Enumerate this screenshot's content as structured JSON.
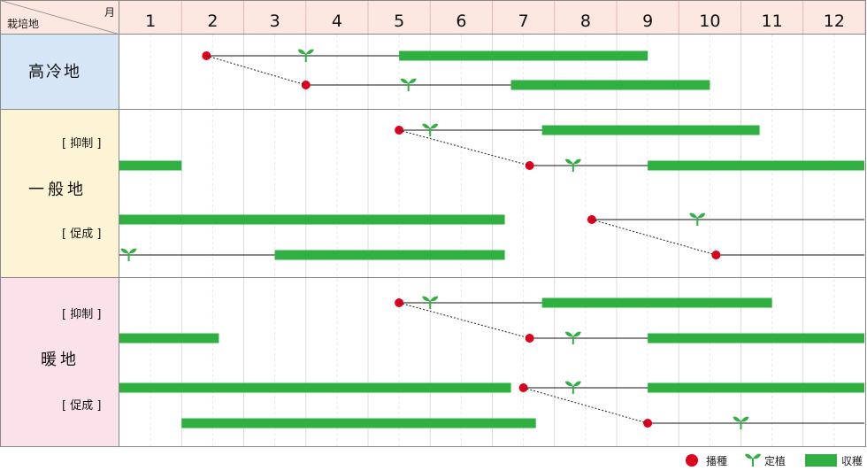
{
  "header": {
    "region_label": "栽培地",
    "month_unit": "月",
    "months": [
      "1",
      "2",
      "3",
      "4",
      "5",
      "6",
      "7",
      "8",
      "9",
      "10",
      "11",
      "12"
    ]
  },
  "regions": [
    {
      "id": "highland",
      "label": "高冷地",
      "color": "#d6e6f7"
    },
    {
      "id": "general",
      "label": "一般地",
      "color": "#fdf4d6",
      "sublabels": [
        "[ 抑制 ]",
        "[ 促成 ]"
      ]
    },
    {
      "id": "warm",
      "label": "暖地",
      "color": "#fbe1ea",
      "sublabels": [
        "[ 抑制 ]",
        "[ 促成 ]"
      ]
    }
  ],
  "legend": {
    "sowing": "播種",
    "planting": "定植",
    "harvest": "収穫"
  },
  "colors": {
    "sowing": "#e0001b",
    "planting": "#2fb040",
    "harvest": "#2fb040",
    "header_bg": "#fde8e1",
    "grid": "#dcdcdc",
    "border": "#888888"
  },
  "chart_data": {
    "type": "table",
    "x_unit": "月",
    "x_range": [
      1,
      13
    ],
    "rows": [
      {
        "region": "高冷地",
        "sow": 2.4,
        "plant": 4.0,
        "harvest": [
          [
            5.5,
            9.5
          ]
        ]
      },
      {
        "region": "高冷地",
        "sow": 4.0,
        "plant": 5.65,
        "harvest": [
          [
            7.3,
            10.5
          ]
        ]
      },
      {
        "region": "一般地",
        "type": "抑制",
        "sow": 5.5,
        "plant": 6.0,
        "harvest": [
          [
            7.8,
            11.3
          ]
        ]
      },
      {
        "region": "一般地",
        "type": "抑制",
        "sow": 7.6,
        "plant": 8.3,
        "harvest": [
          [
            1.0,
            2.0
          ],
          [
            9.5,
            13.0
          ]
        ]
      },
      {
        "region": "一般地",
        "type": "促成",
        "sow": 8.6,
        "plant": 10.3,
        "harvest": [
          [
            1.0,
            7.2
          ]
        ]
      },
      {
        "region": "一般地",
        "type": "促成",
        "sow": 10.6,
        "plant": 1.15,
        "harvest": [
          [
            3.5,
            7.2
          ]
        ]
      },
      {
        "region": "暖地",
        "type": "抑制",
        "sow": 5.5,
        "plant": 6.0,
        "harvest": [
          [
            7.8,
            11.5
          ]
        ]
      },
      {
        "region": "暖地",
        "type": "抑制",
        "sow": 7.6,
        "plant": 8.3,
        "harvest": [
          [
            1.0,
            2.6
          ],
          [
            9.5,
            13.0
          ]
        ]
      },
      {
        "region": "暖地",
        "type": "促成",
        "sow": 7.5,
        "plant": 8.3,
        "harvest": [
          [
            1.0,
            7.3
          ],
          [
            9.5,
            13.0
          ]
        ]
      },
      {
        "region": "暖地",
        "type": "促成",
        "sow": 9.5,
        "plant": 11.0,
        "harvest": [
          [
            2.0,
            7.7
          ]
        ]
      }
    ]
  }
}
